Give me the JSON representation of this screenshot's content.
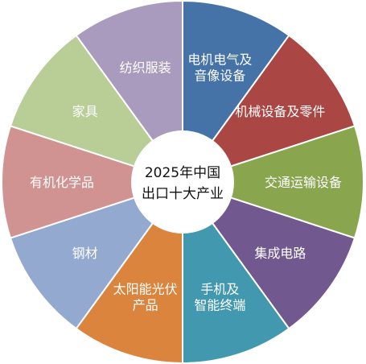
{
  "center": {
    "line1": "2025年中国",
    "line2": "出口十大产业"
  },
  "segments": [
    {
      "lines": [
        "电机电气及",
        "音像设备"
      ],
      "color": "#4572a7",
      "icon": "none"
    },
    {
      "lines": [
        "机械设备及零件"
      ],
      "color": "#aa4643",
      "icon": "none"
    },
    {
      "lines": [
        "交通运输设备"
      ],
      "color": "#89a54e",
      "icon": "none"
    },
    {
      "lines": [
        "集成电路"
      ],
      "color": "#71588f",
      "icon": "none"
    },
    {
      "lines": [
        "手机及",
        "智能终端"
      ],
      "color": "#4198af",
      "icon": "none"
    },
    {
      "lines": [
        "太阳能光伏",
        "产品"
      ],
      "color": "#db843d",
      "icon": "none"
    },
    {
      "lines": [
        "钢材"
      ],
      "color": "#93a9cf",
      "icon": "none"
    },
    {
      "lines": [
        "有机化学品"
      ],
      "color": "#d19392",
      "icon": "none"
    },
    {
      "lines": [
        "家具"
      ],
      "color": "#b9cd96",
      "icon": "none"
    },
    {
      "lines": [
        "纺织服装"
      ],
      "color": "#a99bbd",
      "icon": "none"
    }
  ]
}
